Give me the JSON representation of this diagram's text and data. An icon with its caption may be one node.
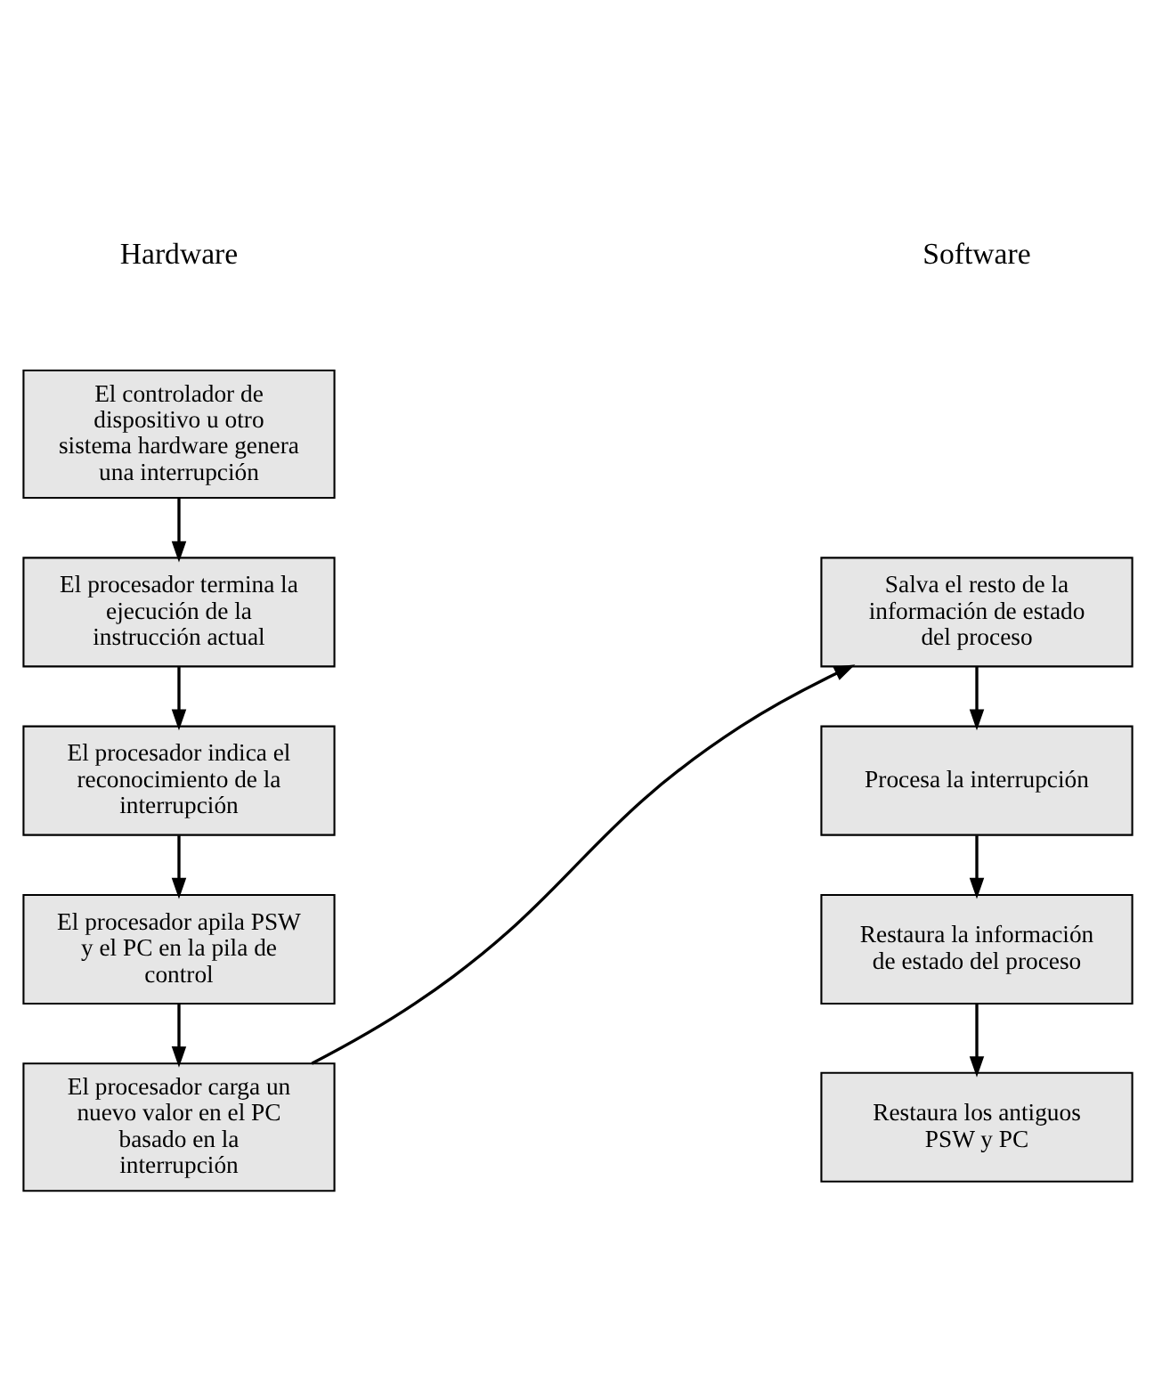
{
  "diagram": {
    "nodes": [
      {
        "text": [
          "El controlador de dispositivo u otro sistema hardware genera una interrupción"
        ]
      },
      {
        "text": [
          "El procesador termina la ejecución de la instrucción actual"
        ]
      },
      {
        "text": [
          "El procesador indica el reconocimiento de la interrupción"
        ]
      },
      {
        "text": [
          "El procesador apila PSW y el PC en la pila de control"
        ]
      },
      {
        "text": [
          "El procesador carga un nuevo valor en el PC basado en la interrupción"
        ]
      },
      {
        "text": [
          "Salva el resto de la información de estado del proceso"
        ]
      },
      {
        "text": [
          "Procesa la interrupción"
        ]
      },
      {
        "text": [
          "Restaura la información de estado del proceso"
        ]
      },
      {
        "text": [
          "Restaura los antiguos PSW y PC"
        ]
      }
    ],
    "edges": [
      {
        "from": 0,
        "to": 1,
        "arrow": "to"
      },
      {
        "from": 1,
        "to": 2,
        "arrow": "to"
      },
      {
        "from": 2,
        "to": 3,
        "arrow": "to"
      },
      {
        "from": 3,
        "to": 4,
        "arrow": "to"
      },
      {
        "from": 4,
        "to": 5,
        "arrow": "to"
      },
      {
        "from": 5,
        "to": 6,
        "arrow": "to"
      },
      {
        "from": 6,
        "to": 7,
        "arrow": "to"
      },
      {
        "from": 7,
        "to": 8,
        "arrow": "to"
      }
    ],
    "labels": [
      "Hardware",
      "Software"
    ]
  }
}
